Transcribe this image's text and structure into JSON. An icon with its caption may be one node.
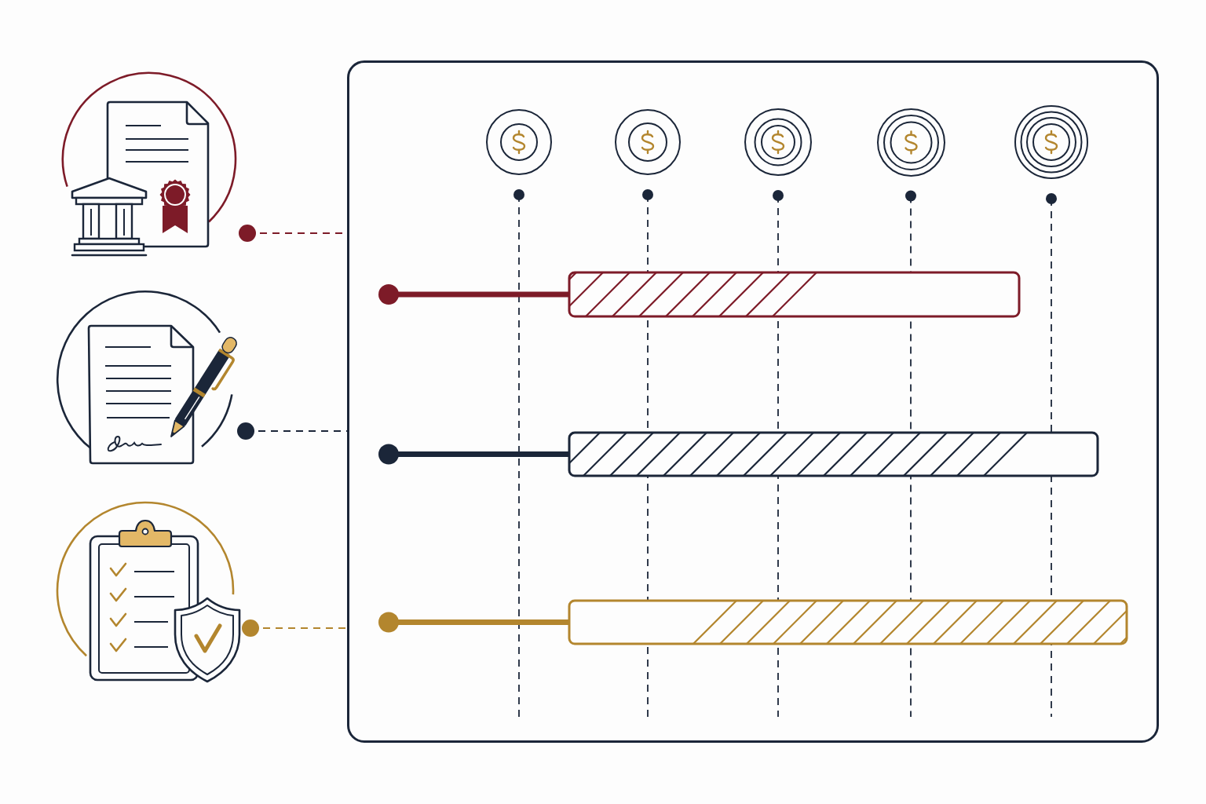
{
  "diagram": {
    "nodes": [
      {
        "text": [],
        "shape": "picture"
      },
      {
        "text": [],
        "shape": "picture"
      },
      {
        "text": [],
        "shape": "picture"
      },
      {
        "text": [],
        "shape": "box"
      },
      {
        "text": [],
        "shape": "picture",
        "in": 3
      },
      {
        "text": [],
        "shape": "picture",
        "in": 3
      },
      {
        "text": [],
        "shape": "picture",
        "in": 3
      },
      {
        "text": [],
        "shape": "picture",
        "in": 3
      },
      {
        "text": [],
        "shape": "picture",
        "in": 3
      },
      {
        "text": [],
        "shape": "bar",
        "in": 3
      },
      {
        "text": [],
        "shape": "bar",
        "in": 3
      },
      {
        "text": [],
        "shape": "bar",
        "in": 3
      }
    ],
    "edges": [
      {
        "from": 0,
        "to": 3,
        "arrow": "other",
        "style": "dashed",
        "color": "#7d1b28"
      },
      {
        "from": 1,
        "to": 3,
        "arrow": "other",
        "style": "dashed"
      },
      {
        "from": 2,
        "to": 3,
        "arrow": "other",
        "style": "dashed",
        "color": "#b3862e"
      },
      {
        "from": 4,
        "to": null,
        "arrow": "other",
        "style": "dashed"
      },
      {
        "from": 5,
        "to": null,
        "arrow": "other",
        "style": "dashed"
      },
      {
        "from": 6,
        "to": null,
        "arrow": "other",
        "style": "dashed"
      },
      {
        "from": 7,
        "to": null,
        "arrow": "other",
        "style": "dashed"
      },
      {
        "from": 8,
        "to": null,
        "arrow": "other",
        "style": "dashed"
      },
      {
        "from": null,
        "to": 9,
        "arrow": "other",
        "style": "thick",
        "color": "#7d1b28"
      },
      {
        "from": null,
        "to": 10,
        "arrow": "other",
        "style": "thick"
      },
      {
        "from": null,
        "to": 11,
        "arrow": "other",
        "style": "thick",
        "color": "#b3862e"
      }
    ]
  }
}
